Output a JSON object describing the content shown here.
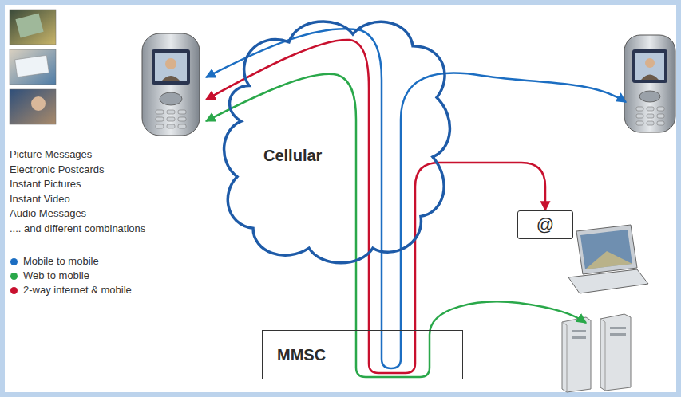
{
  "diagram": {
    "nodes": [
      {
        "text": [
          "Cellular"
        ]
      },
      {
        "text": [
          "@"
        ]
      },
      {
        "text": [
          "MMSC"
        ]
      }
    ],
    "edges": [
      {
        "from": 2,
        "to": 1,
        "arrow": "to"
      }
    ],
    "labels": [
      "Picture Messages",
      "Electronic Postcards",
      "Instant Pictures",
      "Instant Video",
      "Audio Messages",
      ".... and different combinations"
    ],
    "legend": [
      {
        "text": "Mobile to mobile",
        "color": "#1c6ec2"
      },
      {
        "text": "Web to mobile",
        "color": "#2aa84a"
      },
      {
        "text": "2-way internet & mobile",
        "color": "#c8102e"
      }
    ]
  }
}
